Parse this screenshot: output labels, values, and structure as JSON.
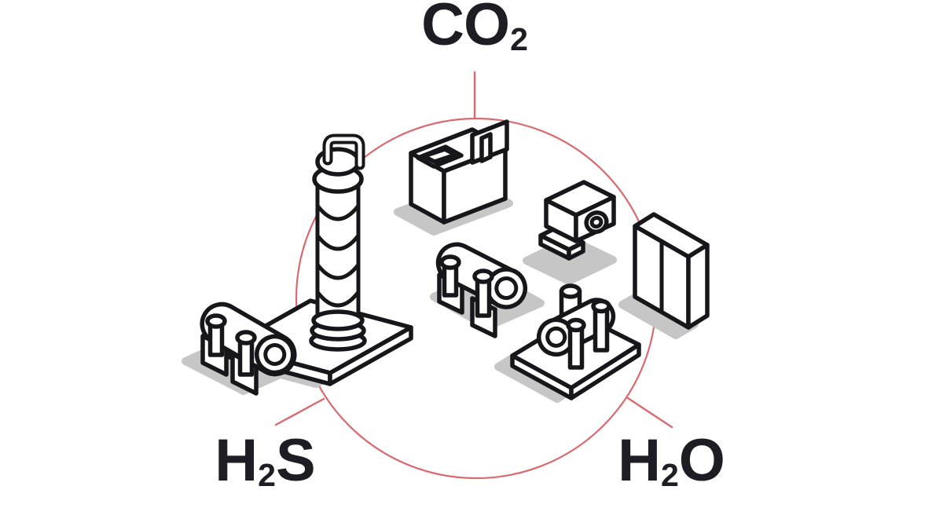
{
  "diagram": {
    "title_hidden": "",
    "labels": {
      "co2": {
        "main": "CO",
        "sub": "2",
        "tail": ""
      },
      "h2s": {
        "main": "H",
        "sub": "2",
        "tail": "S"
      },
      "h2o": {
        "main": "H",
        "sub": "2",
        "tail": "O"
      }
    },
    "colors": {
      "accent_red": "#d96a6f",
      "ink_black": "#17171b",
      "shadow_gray": "#c6c6c6",
      "label_text": "#1d1d23",
      "background": "#ffffff"
    },
    "equipment": [
      "horizontal-tank-left",
      "distillation-column-on-platform",
      "process-building",
      "monitoring-camera",
      "horizontal-tank-center",
      "pump-skid",
      "control-cabinet"
    ]
  }
}
